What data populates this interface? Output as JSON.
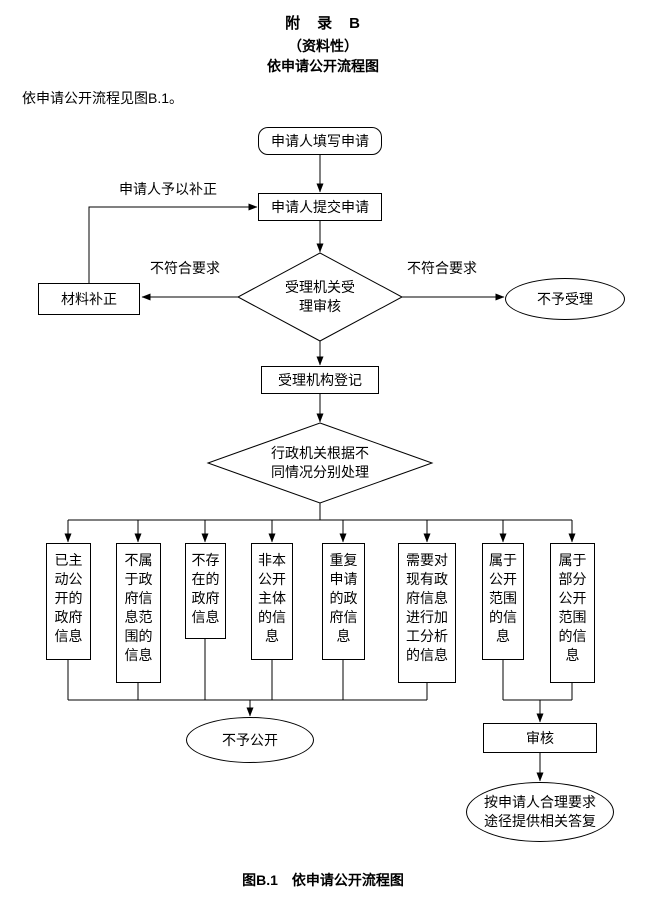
{
  "header": {
    "title1": "附　录　B",
    "title2": "（资料性）",
    "title3": "依申请公开流程图",
    "intro": "依申请公开流程见图B.1。"
  },
  "flowchart": {
    "nodes": {
      "start": "申请人填写申请",
      "submit": "申请人提交申请",
      "accept_review": "受理机关受\n理审核",
      "correction": "材料补正",
      "not_accept": "不予受理",
      "register": "受理机构登记",
      "dispatch": "行政机关根据不\n同情况分别处理",
      "no_disclose": "不予公开",
      "audit": "审核",
      "reply": "按申请人合理要求\n途径提供相关答复"
    },
    "categories": [
      "已主\n动公\n开的\n政府\n信息",
      "不属\n于政\n府信\n息范\n围的\n信息",
      "不存\n在的\n政府\n信息",
      "非本\n公开\n主体\n的信\n息",
      "重复\n申请\n的政\n府信\n息",
      "需要对\n现有政\n府信息\n进行加\n工分析\n的信息",
      "属于\n公开\n范围\n的信\n息",
      "属于\n部分\n公开\n范围\n的信\n息"
    ],
    "edge_labels": {
      "resubmit": "申请人予以补正",
      "not_meet_left": "不符合要求",
      "not_meet_right": "不符合要求"
    }
  },
  "caption": "图B.1　依申请公开流程图"
}
